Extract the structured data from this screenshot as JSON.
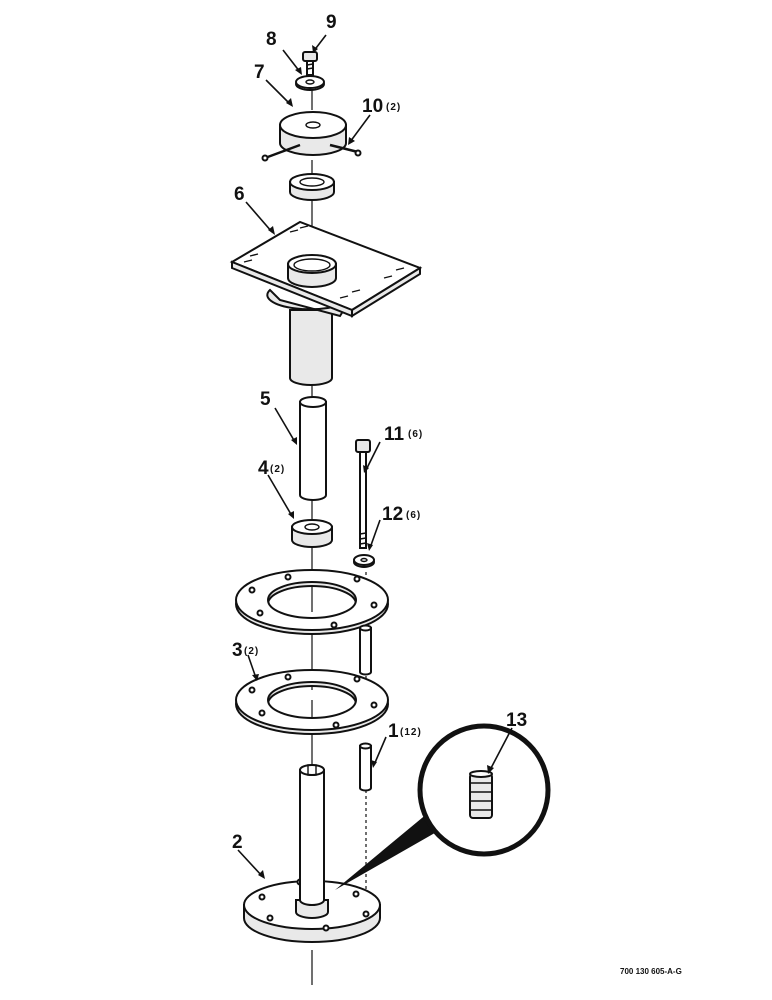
{
  "diagram": {
    "document_number": "700 130 605-A-G",
    "callouts": [
      {
        "number": "1",
        "quantity": "(12)"
      },
      {
        "number": "2",
        "quantity": ""
      },
      {
        "number": "3",
        "quantity": "(2)"
      },
      {
        "number": "4",
        "quantity": "(2)"
      },
      {
        "number": "5",
        "quantity": ""
      },
      {
        "number": "6",
        "quantity": ""
      },
      {
        "number": "7",
        "quantity": ""
      },
      {
        "number": "8",
        "quantity": ""
      },
      {
        "number": "9",
        "quantity": ""
      },
      {
        "number": "10",
        "quantity": "(2)"
      },
      {
        "number": "11",
        "quantity": "(6)"
      },
      {
        "number": "12",
        "quantity": "(6)"
      },
      {
        "number": "13",
        "quantity": ""
      }
    ]
  }
}
